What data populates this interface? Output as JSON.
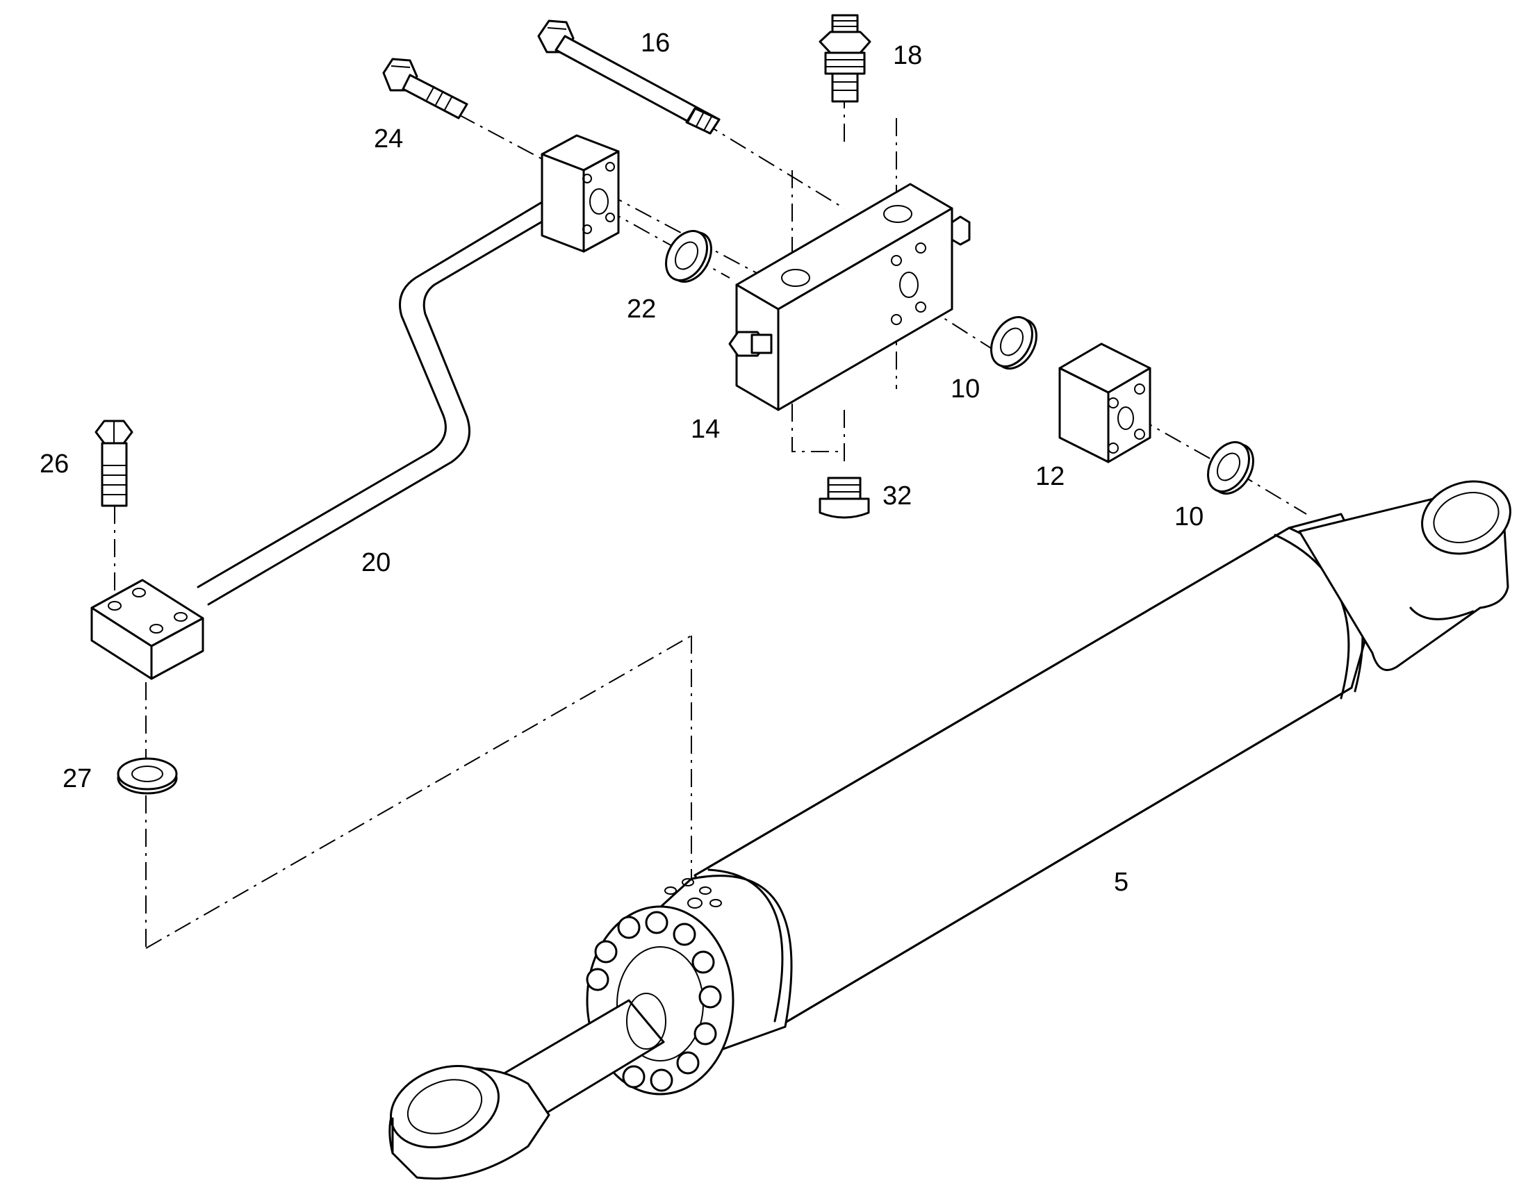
{
  "callouts": {
    "c5": "5",
    "c10a": "10",
    "c10b": "10",
    "c12": "12",
    "c14": "14",
    "c16": "16",
    "c18": "18",
    "c20": "20",
    "c22": "22",
    "c24": "24",
    "c26": "26",
    "c27": "27",
    "c32": "32"
  }
}
